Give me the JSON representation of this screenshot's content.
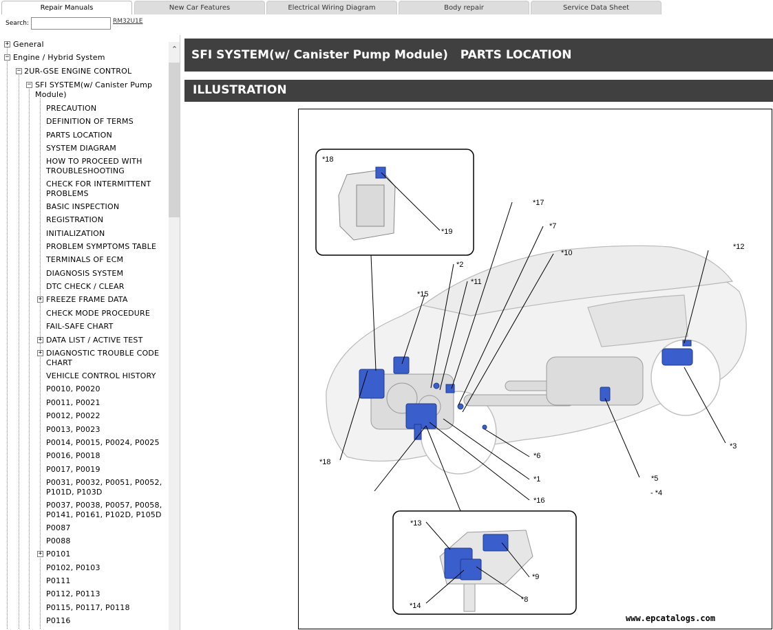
{
  "tabs": [
    "Repair Manuals",
    "New Car Features",
    "Electrical Wiring Diagram",
    "Body repair",
    "Service Data Sheet"
  ],
  "search": {
    "label": "Search:",
    "value": "",
    "manual_code": "RM32U1E"
  },
  "tree": {
    "root1": "General",
    "root2": "Engine / Hybrid System",
    "level2": "2UR-GSE ENGINE CONTROL",
    "level3_line1": "SFI SYSTEM(w/ Canister Pump",
    "level3_line2": "Module)",
    "items": [
      "PRECAUTION",
      "DEFINITION OF TERMS",
      "PARTS LOCATION",
      "SYSTEM DIAGRAM",
      "HOW TO PROCEED WITH",
      "TROUBLESHOOTING",
      "CHECK FOR INTERMITTENT",
      "PROBLEMS",
      "BASIC INSPECTION",
      "REGISTRATION",
      "INITIALIZATION",
      "PROBLEM SYMPTOMS TABLE",
      "TERMINALS OF ECM",
      "DIAGNOSIS SYSTEM",
      "DTC CHECK / CLEAR",
      "FREEZE FRAME DATA",
      "CHECK MODE PROCEDURE",
      "FAIL-SAFE CHART",
      "DATA LIST / ACTIVE TEST",
      "DIAGNOSTIC TROUBLE CODE",
      "CHART",
      "VEHICLE CONTROL HISTORY",
      "P0010, P0020",
      "P0011, P0021",
      "P0012, P0022",
      "P0013, P0023",
      "P0014, P0015, P0024, P0025",
      "P0016, P0018",
      "P0017, P0019",
      "P0031, P0032, P0051, P0052,",
      "P101D, P103D",
      "P0037, P0038, P0057, P0058,",
      "P0141, P0161, P102D, P105D",
      "P0087",
      "P0088",
      "P0101",
      "P0102, P0103",
      "P0111",
      "P0112, P0113",
      "P0115, P0117, P0118",
      "P0116"
    ]
  },
  "header": {
    "title": "SFI SYSTEM(w/ Canister Pump Module)   PARTS LOCATION",
    "section": "ILLUSTRATION"
  },
  "callouts": {
    "c1": "*1",
    "c2": "*2",
    "c3": "*3",
    "c4": "- *4",
    "c5": "*5",
    "c6": "*6",
    "c7": "*7",
    "c8": "*8",
    "c9": "*9",
    "c10": "*10",
    "c11": "*11",
    "c12": "*12",
    "c13": "*13",
    "c14": "*14",
    "c15": "*15",
    "c16": "*16",
    "c17": "*17",
    "c18a": "*18",
    "c18b": "*18",
    "c19": "*19"
  },
  "watermark": "www.epcatalogs.com",
  "colors": {
    "header_bg": "#404040",
    "part_blue": "#3a5fcd"
  }
}
